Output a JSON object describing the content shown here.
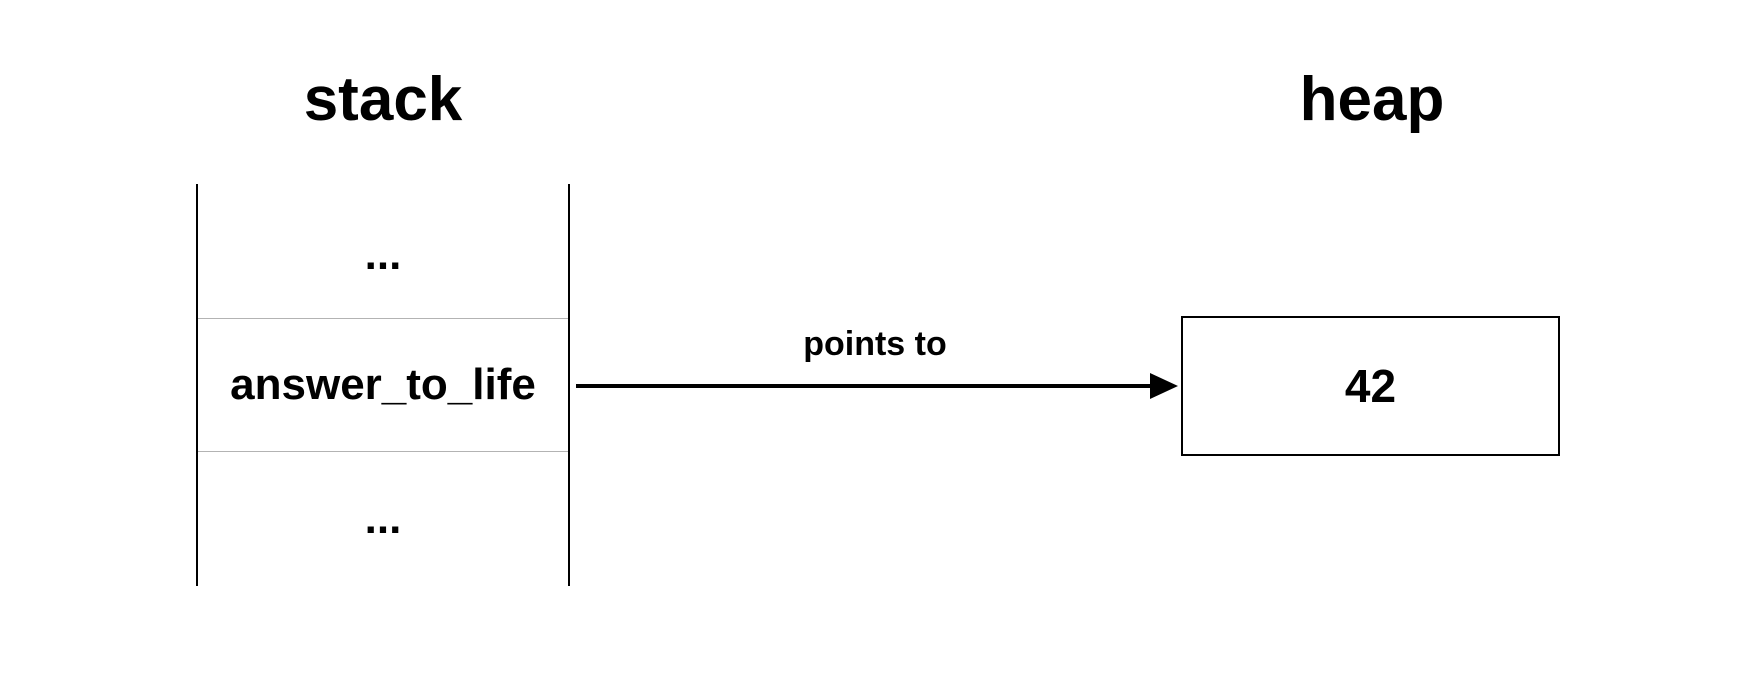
{
  "titles": {
    "stack": "stack",
    "heap": "heap"
  },
  "stack": {
    "cells": [
      "...",
      "answer_to_life",
      "..."
    ]
  },
  "heap": {
    "value": "42"
  },
  "edge": {
    "label": "points to"
  }
}
